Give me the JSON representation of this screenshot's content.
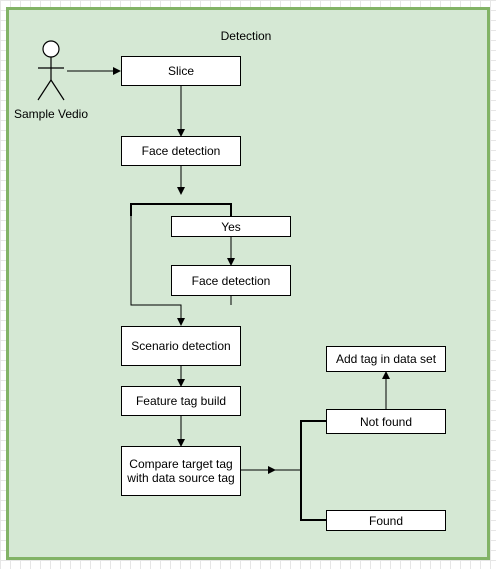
{
  "diagram": {
    "title": "Detection",
    "actor": {
      "label": "Sample Vedio"
    },
    "nodes": {
      "slice": "Slice",
      "face_detection_1": "Face detection",
      "yes": "Yes",
      "face_detection_2": "Face detection",
      "scenario_detection": "Scenario detection",
      "feature_tag_build": "Feature tag build",
      "compare": "Compare target tag\nwith data source tag",
      "not_found": "Not found",
      "found": "Found",
      "add_tag": "Add tag in data set"
    }
  }
}
